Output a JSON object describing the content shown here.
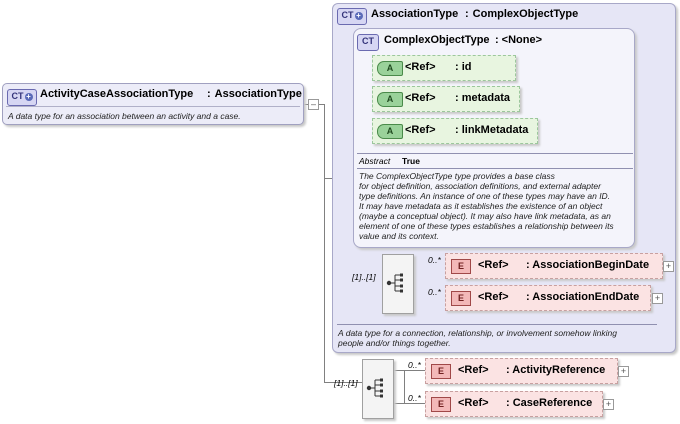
{
  "root": {
    "badge": "CT",
    "name": "ActivityCaseAssociationType",
    "type": "AssociationType",
    "description": "A data type for an association between an activity and a case.",
    "expander": "–"
  },
  "association": {
    "badge": "CT",
    "name": "AssociationType",
    "type": "ComplexObjectType",
    "description_lines": [
      "A data type for a connection, relationship, or involvement somehow linking",
      "people and/or things together."
    ]
  },
  "complex_object": {
    "badge": "CT",
    "name": "ComplexObjectType",
    "type": "<None>",
    "attributes": [
      {
        "tag": "A",
        "ref": "<Ref>",
        "name": ": id"
      },
      {
        "tag": "A",
        "ref": "<Ref>",
        "name": ": metadata"
      },
      {
        "tag": "A",
        "ref": "<Ref>",
        "name": ": linkMetadata"
      }
    ],
    "abstract_label": "Abstract",
    "abstract_value": "True",
    "description_lines": [
      "The ComplexObjectType type provides a base class",
      "for object definition, association definitions, and external adapter",
      "type definitions. An instance of one of these types may have an ID.",
      "It may have metadata as it establishes the existence of an object",
      "(maybe a conceptual object). It may also have link metadata, as an",
      "element of one of these types establishes a relationship between its",
      "value and its context."
    ]
  },
  "inner_sequence": {
    "occurrence": "[1]..[1]",
    "elements": [
      {
        "tag": "E",
        "ref": "<Ref>",
        "name": ": AssociationBeginDate",
        "occurrence": "0..*",
        "expander": "+"
      },
      {
        "tag": "E",
        "ref": "<Ref>",
        "name": ": AssociationEndDate",
        "occurrence": "0..*",
        "expander": "+"
      }
    ]
  },
  "outer_sequence": {
    "occurrence": "[1]..[1]",
    "elements": [
      {
        "tag": "E",
        "ref": "<Ref>",
        "name": ": ActivityReference",
        "occurrence": "0..*",
        "expander": "+"
      },
      {
        "tag": "E",
        "ref": "<Ref>",
        "name": ": CaseReference",
        "occurrence": "0..*",
        "expander": "+"
      }
    ]
  }
}
